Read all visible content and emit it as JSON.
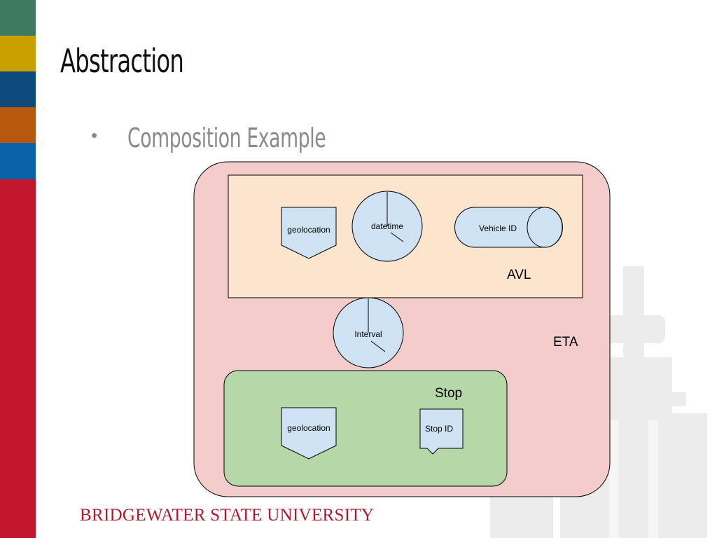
{
  "slide": {
    "title": "Abstraction",
    "bullet_symbol": "•",
    "bullet_text": "Composition Example"
  },
  "colors": {
    "stripes": [
      "#3e7b5d",
      "#c9a000",
      "#0f4a7d",
      "#b8580f",
      "#0a62a8",
      "#c2172d"
    ],
    "eta_fill": "#f4cccc",
    "avl_fill": "#fce5cd",
    "stop_fill": "#b6d7a8",
    "shape_fill": "#cfe2f3",
    "footer": "#b5162b"
  },
  "diagram": {
    "eta_label": "ETA",
    "avl": {
      "label": "AVL",
      "geolocation_label": "geolocation",
      "datetime_label": "datetime",
      "vehicle_id_label": "Vehicle ID"
    },
    "interval_label": "Interval",
    "stop": {
      "label": "Stop",
      "geolocation_label": "geolocation",
      "stop_id_label": "Stop ID"
    }
  },
  "footer": {
    "text": "BRIDGEWATER STATE UNIVERSITY"
  }
}
